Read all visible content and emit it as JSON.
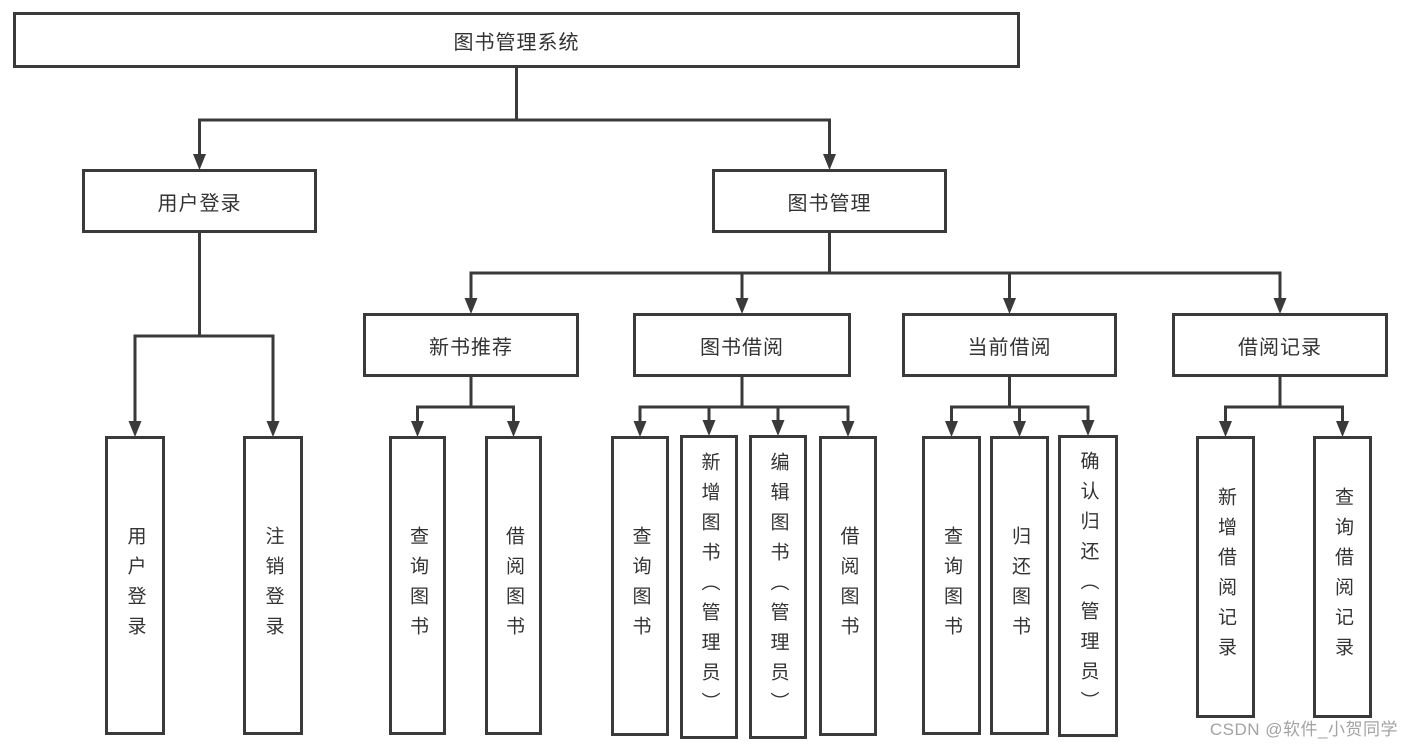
{
  "diagram": {
    "title": "图书管理系统",
    "type": "hierarchy-tree",
    "tree": {
      "id": "system",
      "label": "图书管理系统",
      "children": [
        {
          "id": "user-login-group",
          "label": "用户登录",
          "children": [
            {
              "id": "user-login",
              "label": "用户登录",
              "vertical": true
            },
            {
              "id": "logout",
              "label": "注销登录",
              "vertical": true
            }
          ]
        },
        {
          "id": "book-mgmt",
          "label": "图书管理",
          "children": [
            {
              "id": "new-book-rec",
              "label": "新书推荐",
              "children": [
                {
                  "id": "rec-query-book",
                  "label": "查询图书",
                  "vertical": true
                },
                {
                  "id": "rec-borrow-book",
                  "label": "借阅图书",
                  "vertical": true
                }
              ]
            },
            {
              "id": "book-borrow",
              "label": "图书借阅",
              "children": [
                {
                  "id": "borrow-query-book",
                  "label": "查询图书",
                  "vertical": true
                },
                {
                  "id": "borrow-add-book",
                  "label": "新增图书（管理员）",
                  "vertical": true
                },
                {
                  "id": "borrow-edit-book",
                  "label": "编辑图书（管理员）",
                  "vertical": true
                },
                {
                  "id": "borrow-borrow-book",
                  "label": "借阅图书",
                  "vertical": true
                }
              ]
            },
            {
              "id": "current-borrow",
              "label": "当前借阅",
              "children": [
                {
                  "id": "current-query-book",
                  "label": "查询图书",
                  "vertical": true
                },
                {
                  "id": "current-return-book",
                  "label": "归还图书",
                  "vertical": true
                },
                {
                  "id": "current-confirm-return",
                  "label": "确认归还（管理员）",
                  "vertical": true
                }
              ]
            },
            {
              "id": "borrow-records",
              "label": "借阅记录",
              "children": [
                {
                  "id": "records-add",
                  "label": "新增借阅记录",
                  "vertical": true
                },
                {
                  "id": "records-query",
                  "label": "查询借阅记录",
                  "vertical": true
                }
              ]
            }
          ]
        }
      ]
    }
  },
  "watermark": {
    "text": "CSDN @软件_小贺同学"
  },
  "colors": {
    "line": "#3a3a3a",
    "box_border": "#3a3a3a",
    "box_fill": "#ffffff",
    "text": "#333333",
    "watermark": "#a3a3a3",
    "background": "#ffffff"
  }
}
